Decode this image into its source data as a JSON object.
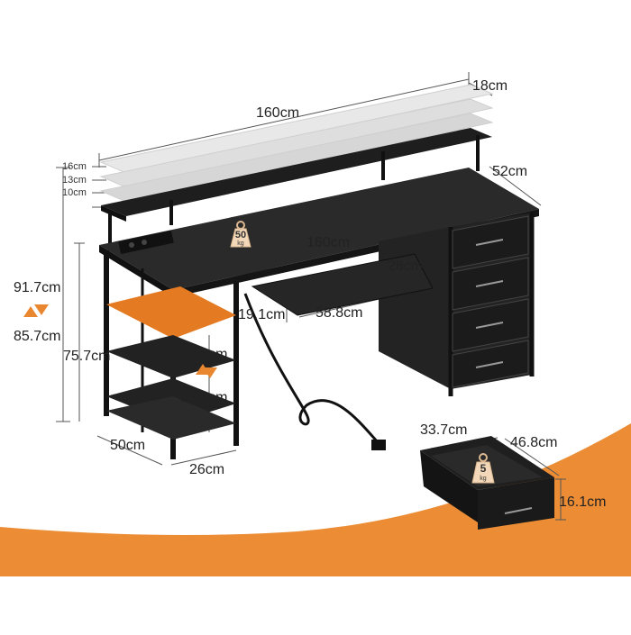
{
  "product": {
    "dimensions": {
      "top_shelf_width": "160cm",
      "top_shelf_depth": "18cm",
      "shelf_height_1": "16cm",
      "shelf_height_2": "13cm",
      "shelf_height_3": "10cm",
      "desk_depth": "52cm",
      "desk_width": "160cm",
      "keyboard_tray_depth": "28cm",
      "keyboard_tray_height": "19.1cm",
      "keyboard_tray_width": "58.8cm",
      "total_height_max": "91.7cm",
      "total_height_min": "85.7cm",
      "desk_surface_height": "75.7cm",
      "side_shelf_gap": "12.8cm",
      "side_shelf_gap_alt": "39.9cm",
      "side_shelf_depth": "50cm",
      "side_shelf_width": "26cm",
      "drawer_width": "33.7cm",
      "drawer_depth": "46.8cm",
      "drawer_height": "16.1cm"
    },
    "load_badges": {
      "desk": {
        "value": "50",
        "unit": "kg"
      },
      "drawer": {
        "value": "5",
        "unit": "kg"
      }
    },
    "colors": {
      "accent_orange": "#e8872f",
      "desk_black": "#1e1e1e",
      "dimension_line": "#555555"
    }
  }
}
